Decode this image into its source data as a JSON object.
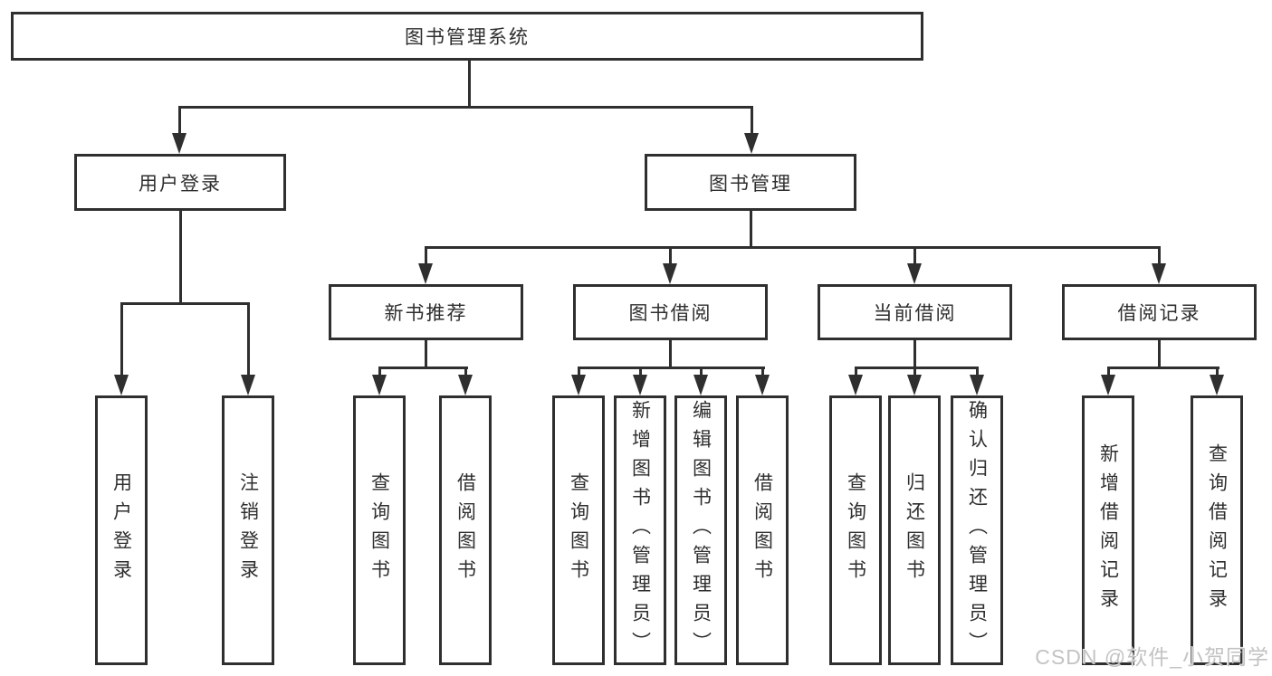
{
  "diagram": {
    "title": "图书管理系统",
    "root": {
      "label": "图书管理系统"
    },
    "login": {
      "label": "用户登录",
      "children": [
        {
          "label": "用户登录"
        },
        {
          "label": "注销登录"
        }
      ]
    },
    "mgmt": {
      "label": "图书管理",
      "sections": [
        {
          "label": "新书推荐",
          "children": [
            {
              "label": "查询图书"
            },
            {
              "label": "借阅图书"
            }
          ]
        },
        {
          "label": "图书借阅",
          "children": [
            {
              "label": "查询图书"
            },
            {
              "label": "新增图书（管理员）"
            },
            {
              "label": "编辑图书（管理员）"
            },
            {
              "label": "借阅图书"
            }
          ]
        },
        {
          "label": "当前借阅",
          "children": [
            {
              "label": "查询图书"
            },
            {
              "label": "归还图书"
            },
            {
              "label": "确认归还（管理员）"
            }
          ]
        },
        {
          "label": "借阅记录",
          "children": [
            {
              "label": "新增借阅记录"
            },
            {
              "label": "查询借阅记录"
            }
          ]
        }
      ]
    },
    "colors": {
      "line": "#2f2f2f",
      "text": "#2e2e2e",
      "background": "#ffffff",
      "watermark": "#c3c3c3"
    }
  },
  "watermark": {
    "text": "CSDN @软件_小贺同学"
  }
}
